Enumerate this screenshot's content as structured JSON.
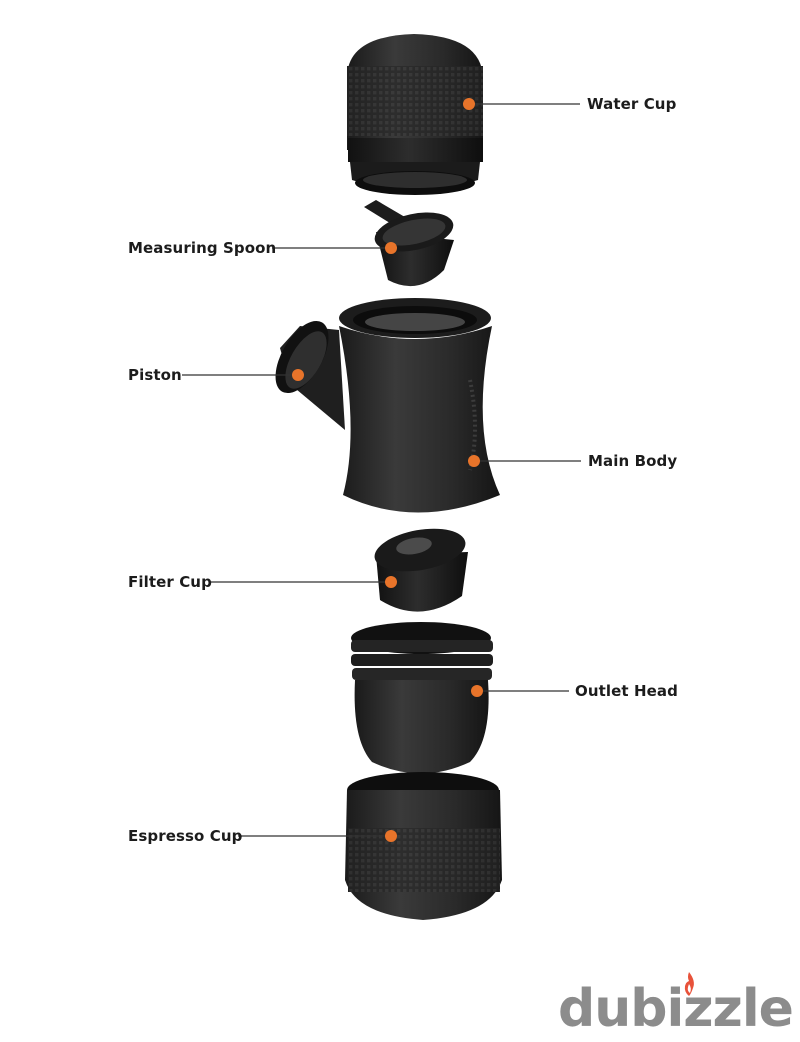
{
  "parts": {
    "water_cup": "Water Cup",
    "measuring_spoon": "Measuring Spoon",
    "piston": "Piston",
    "main_body": "Main Body",
    "filter_cup": "Filter Cup",
    "outlet_head": "Outlet Head",
    "espresso_cup": "Espresso Cup"
  },
  "watermark": {
    "text": "dubizzle",
    "flame_icon": "flame-icon"
  },
  "colors": {
    "marker": "#e8742a",
    "part": "#262626",
    "leader": "#333333",
    "watermark": "#8c8c8c"
  }
}
